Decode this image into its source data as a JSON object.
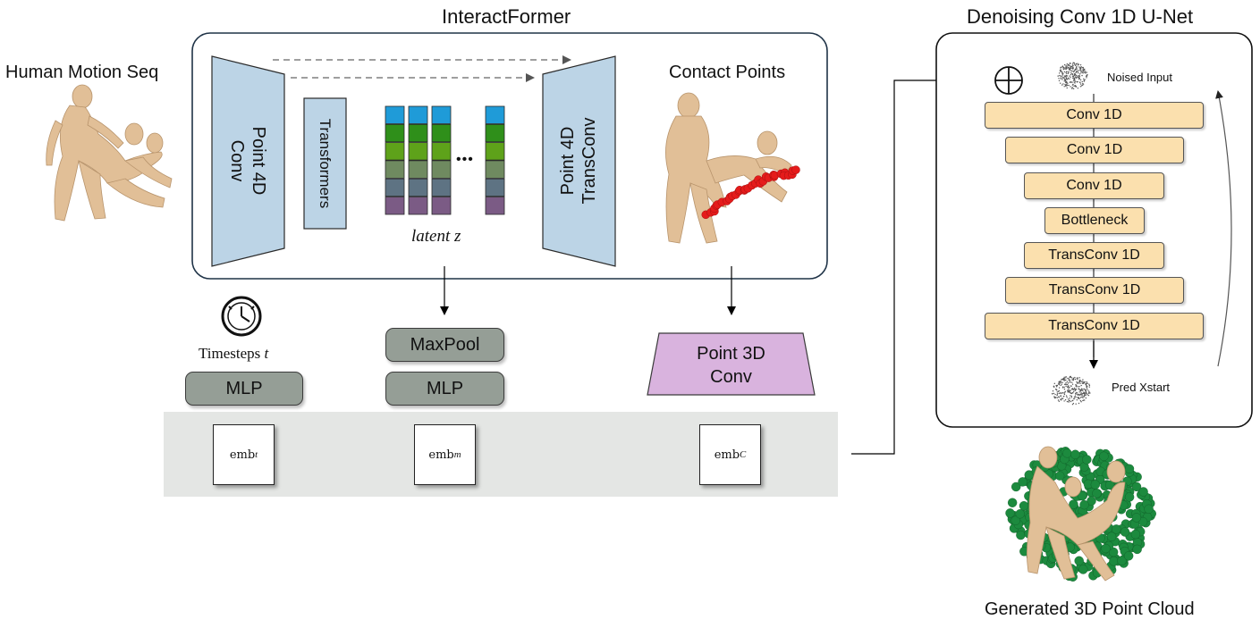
{
  "left": {
    "input_label": "Human Motion Seq"
  },
  "interactformer": {
    "title": "InteractFormer",
    "encoder_label": "Point 4D\nConv",
    "transformer_label": "Transformers",
    "latent_label": "latent z",
    "decoder_label": "Point 4D\nTransConv",
    "output_label": "Contact Points",
    "latent_ellipsis": "•••"
  },
  "branches": {
    "timesteps_label": "Timesteps",
    "timesteps_var": "t",
    "mlp_t": "MLP",
    "maxpool": "MaxPool",
    "mlp_m": "MLP",
    "point3d": "Point 3D\nConv",
    "emb_t": "emb",
    "emb_t_sub": "t",
    "emb_m": "emb",
    "emb_m_sub": "m",
    "emb_c": "emb",
    "emb_c_sub": "C"
  },
  "unet": {
    "title": "Denoising Conv 1D U-Net",
    "noised_input": "Noised Input",
    "layers": [
      "Conv 1D",
      "Conv 1D",
      "Conv 1D",
      "Bottleneck",
      "TransConv 1D",
      "TransConv 1D",
      "TransConv 1D"
    ],
    "pred": "Pred Xstart",
    "output_label": "Generated 3D Point Cloud"
  },
  "colors": {
    "latent_rows": [
      "#1f9bd8",
      "#2f8f1a",
      "#5ea21a",
      "#6f8a60",
      "#5e7383",
      "#7b5b85"
    ],
    "encoder_fill": "#bcd4e6",
    "mlp_fill": "#959e96",
    "point3d_fill": "#d9b3de",
    "unet_fill": "#fbe0ae",
    "emb_band": "#e4e6e4",
    "human_skin": "#e1bf97",
    "contact_red": "#e51b1b",
    "cloud_green": "#1c8a3e"
  }
}
